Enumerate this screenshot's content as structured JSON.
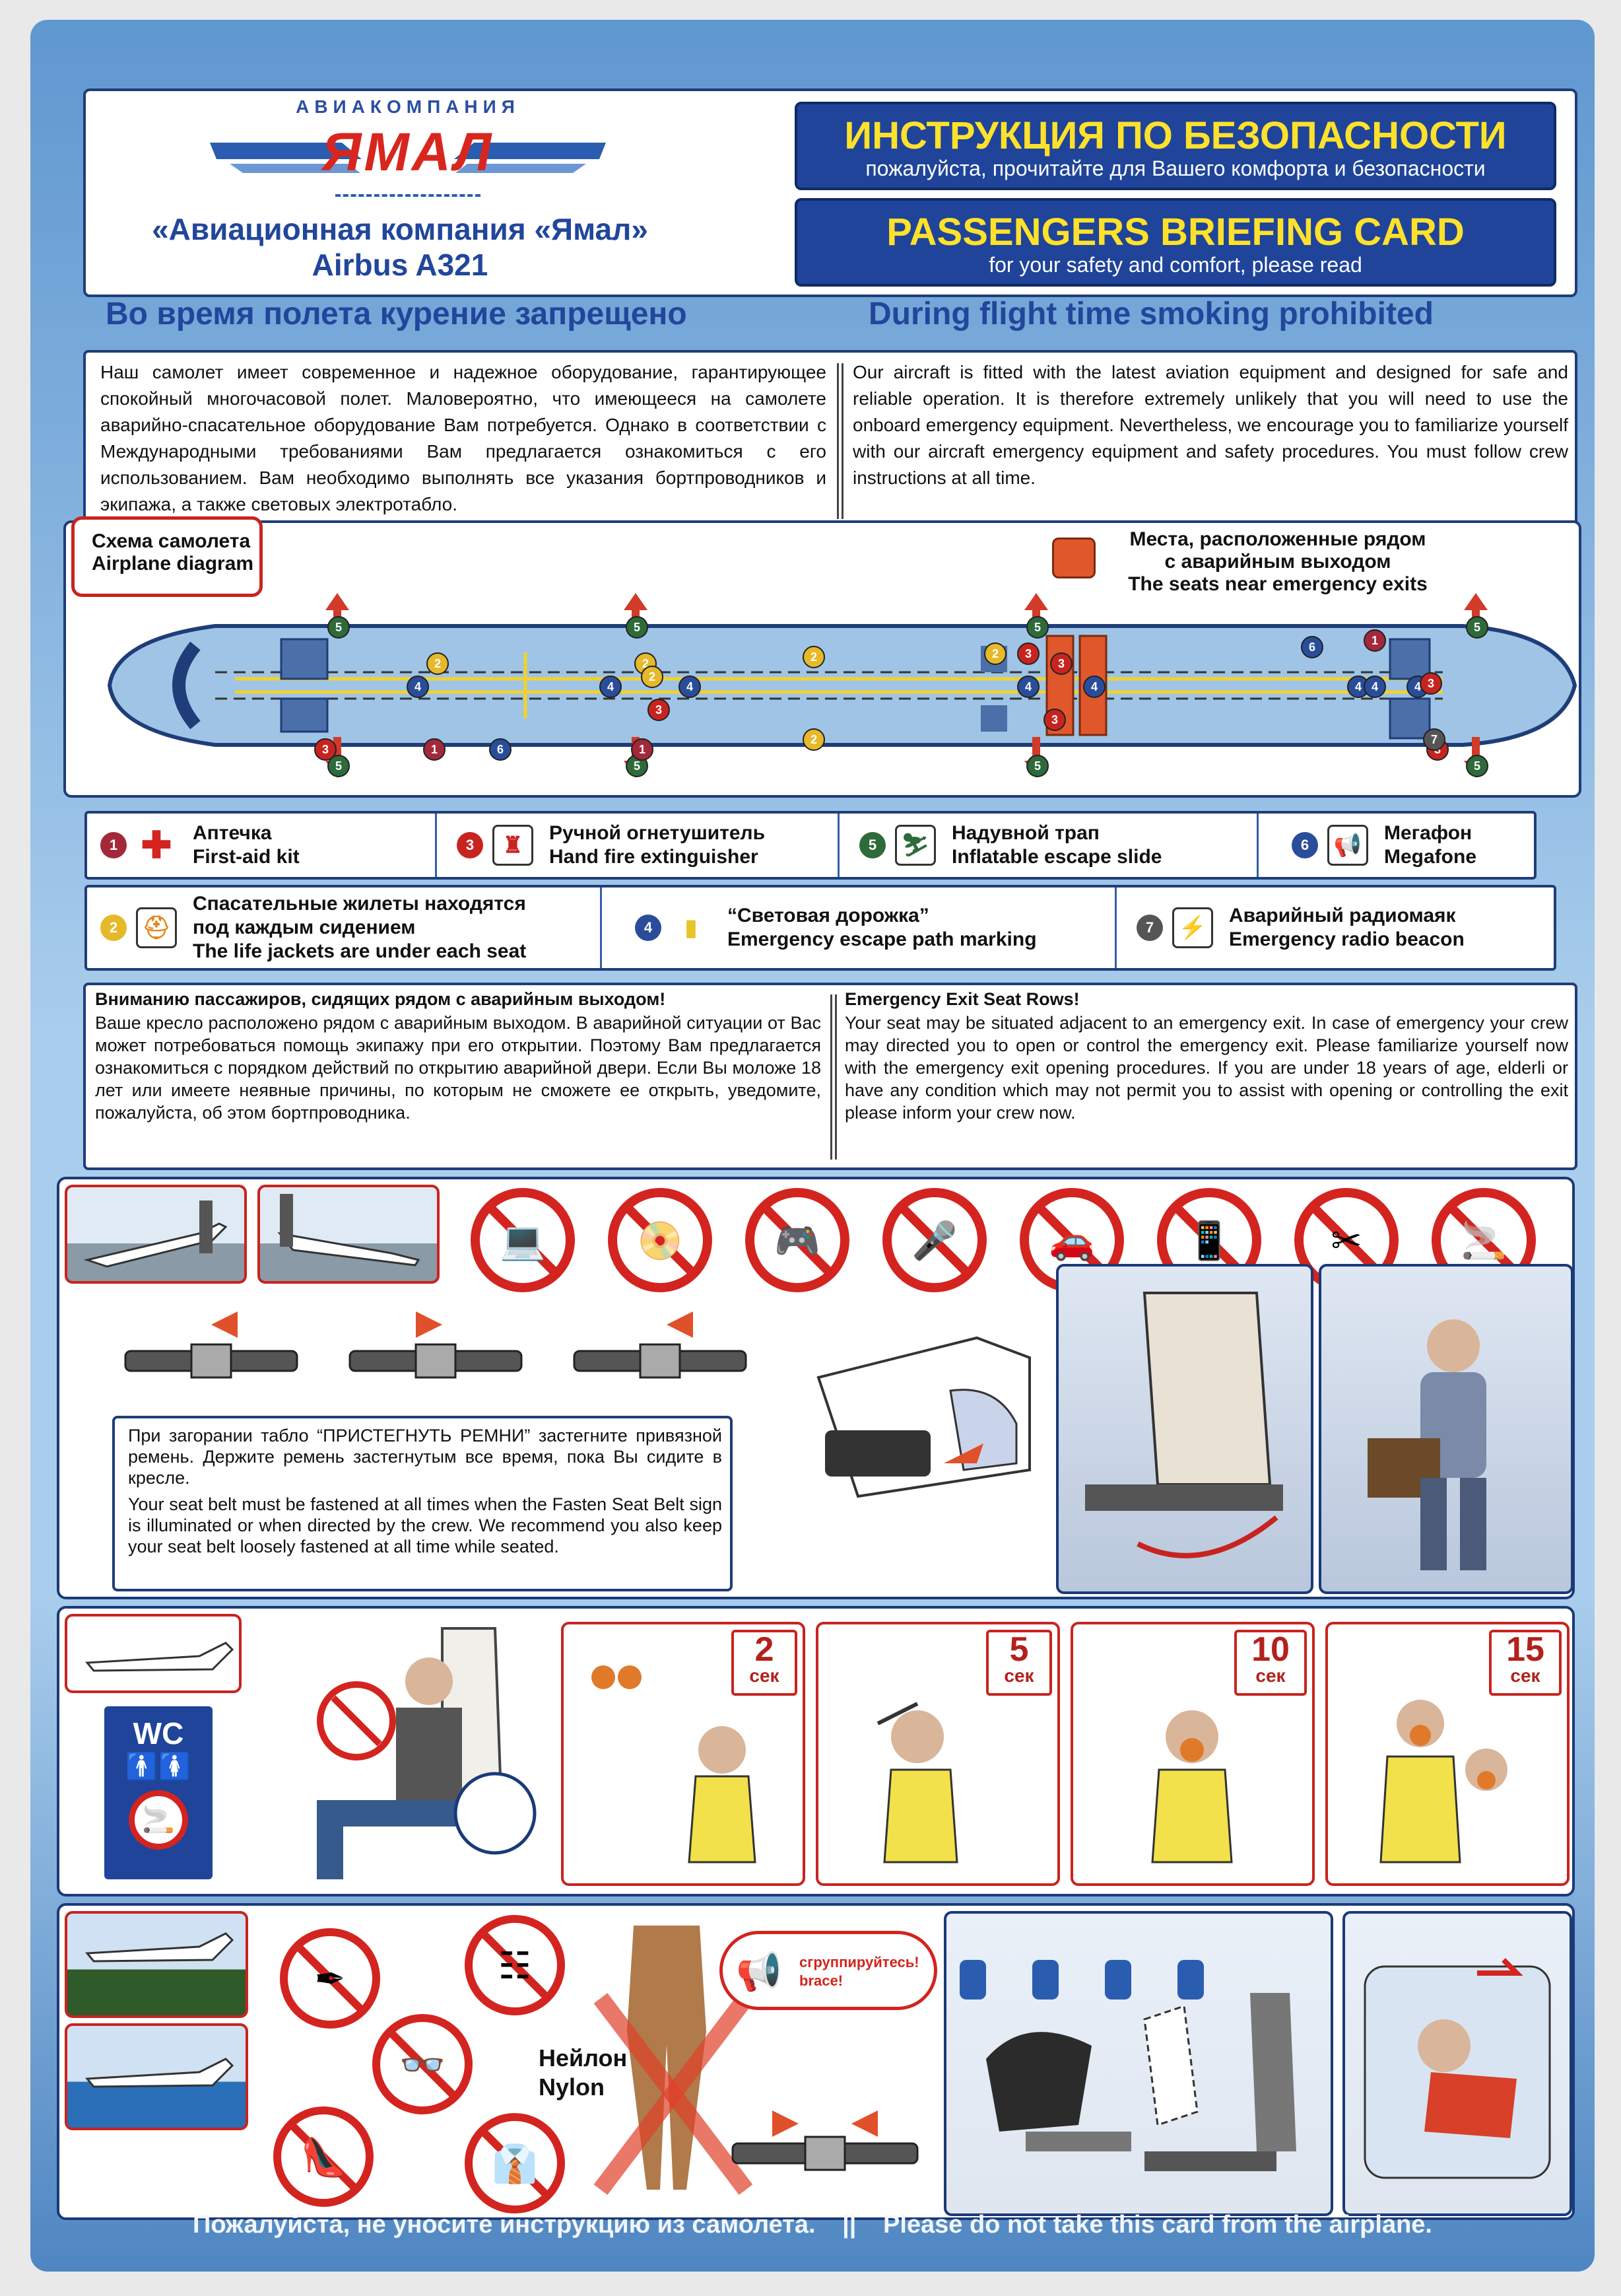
{
  "header": {
    "airline_caption": "АВИАКОМПАНИЯ",
    "logo_word": "ЯМАЛ",
    "company_name": "«Авиационная компания «Ямал»",
    "aircraft": "Airbus A321",
    "title_ru": "ИНСТРУКЦИЯ ПО БЕЗОПАСНОСТИ",
    "subtitle_ru": "пожалуйста, прочитайте для Вашего комфорта и безопасности",
    "title_en": "PASSENGERS BRIEFING CARD",
    "subtitle_en": "for your safety and comfort, please read"
  },
  "smoking": {
    "ru": "Во время полета курение запрещено",
    "en": "During flight time smoking prohibited"
  },
  "intro": {
    "ru": "Наш самолет имеет современное и надежное оборудование, гарантирующее спокойный многочасовой полет. Маловероятно, что имеющееся на самолете аварийно-спасательное оборудование Вам потребуется. Однако в соответствии с Международными требованиями Вам предлагается ознакомиться с его использованием. Вам необходимо выполнять все указания бортпроводников и экипажа, а также световых электротабло.",
    "en": "Our aircraft is fitted with the latest aviation equipment and designed for safe and reliable operation. It is therefore extremely unlikely that you will need to use the onboard emergency equipment. Nevertheless, we encourage you to familiarize yourself with our aircraft emergency equipment and safety procedures. You must follow crew instructions at all time."
  },
  "diagram": {
    "label_ru": "Схема самолета",
    "label_en": "Airplane diagram",
    "exit_seats_ru_1": "Места, расположенные рядом",
    "exit_seats_ru_2": "с аварийным выходом",
    "exit_seats_en": "The seats near emergency exits",
    "markers": [
      "5",
      "5",
      "5",
      "5",
      "5",
      "5",
      "5",
      "5",
      "4",
      "4",
      "4",
      "4",
      "4",
      "4",
      "4",
      "4",
      "3",
      "3",
      "3",
      "3",
      "3",
      "3",
      "3",
      "2",
      "2",
      "2",
      "2",
      "2",
      "2",
      "1",
      "1",
      "1",
      "6",
      "6",
      "7"
    ]
  },
  "legend": {
    "row1": [
      {
        "num": "1",
        "color": "#a3283a",
        "icon": "first-aid",
        "ru": "Аптечка",
        "en": "First-aid kit"
      },
      {
        "num": "3",
        "color": "#c8241f",
        "icon": "fire-extinguisher",
        "ru": "Ручной огнетушитель",
        "en": "Hand fire extinguisher"
      },
      {
        "num": "5",
        "color": "#2f6a3a",
        "icon": "escape-slide",
        "ru": "Надувной трап",
        "en": "Inflatable escape slide"
      },
      {
        "num": "6",
        "color": "#2a4d9a",
        "icon": "megaphone",
        "ru": "Мегафон",
        "en": "Megafone"
      }
    ],
    "row2": [
      {
        "num": "2",
        "color": "#e6b92a",
        "icon": "life-jacket",
        "ru1": "Спасательные жилеты находятся",
        "ru2": "под каждым сидением",
        "en": "The life jackets are under each seat"
      },
      {
        "num": "4",
        "color": "#2a4d9a",
        "icon": "path-marking",
        "ru": "“Световая дорожка”",
        "en": "Emergency escape path marking"
      },
      {
        "num": "7",
        "color": "#555555",
        "icon": "radio-beacon",
        "ru": "Аварийный радиомаяк",
        "en": "Emergency radio beacon"
      }
    ]
  },
  "exit_rows": {
    "title_ru": "Вниманию пассажиров, сидящих рядом с аварийным выходом!",
    "body_ru": "Ваше кресло расположено рядом с аварийным выходом. В аварийной ситуации от Вас может потребоваться помощь экипажу при его открытии. Поэтому Вам предлагается ознакомиться с порядком действий по открытию аварийной двери. Если Вы моложе 18 лет или имеете неявные причины, по которым не сможете ее открыть, уведомите, пожалуйста, об этом бортпроводника.",
    "title_en": "Emergency Exit Seat Rows!",
    "body_en": "Your seat may be situated adjacent to an emergency exit. In case of emergency your crew may directed you to open or control the emergency exit. Please familiarize yourself now with the emergency exit opening procedures. If you are under 18 years of age, elderli or have any condition which may not permit you to assist with opening or controlling the exit please inform your crew now."
  },
  "prohibited_icons": [
    "laptop-icon",
    "cd-player-icon",
    "game-console-icon",
    "microphone-icon",
    "toy-car-icon",
    "mobile-phone-icon",
    "shaver-icon",
    "cigarette-icon"
  ],
  "seatbelt": {
    "ru": "При загорании табло “ПРИСТЕГНУТЬ РЕМНИ” застегните привязной ремень. Держите ремень застегнутым все время, пока Вы сидите в кресле.",
    "en": "Your seat belt must be fastened at all times when the Fasten Seat Belt sign is illuminated or when directed by the crew. We recommend you also keep your seat belt loosely fastened at all time while seated."
  },
  "oxygen": {
    "wc": "WC",
    "steps": [
      {
        "time": "2",
        "unit": "сек"
      },
      {
        "time": "5",
        "unit": "сек"
      },
      {
        "time": "10",
        "unit": "сек"
      },
      {
        "time": "15",
        "unit": "сек"
      }
    ]
  },
  "brace": {
    "nylon_ru": "Нейлон",
    "nylon_en": "Nylon",
    "command_ru": "сгруппируйтесь!",
    "command_en": "brace!"
  },
  "footer": {
    "ru": "Пожалуйста, не уносите инструкцию из самолета.",
    "separator": "||",
    "en": "Please do not take this card from the airplane."
  },
  "colors": {
    "navy": "#1f4499",
    "yellow": "#ffe12b",
    "red": "#c8241f",
    "blue_text": "#21469b"
  }
}
